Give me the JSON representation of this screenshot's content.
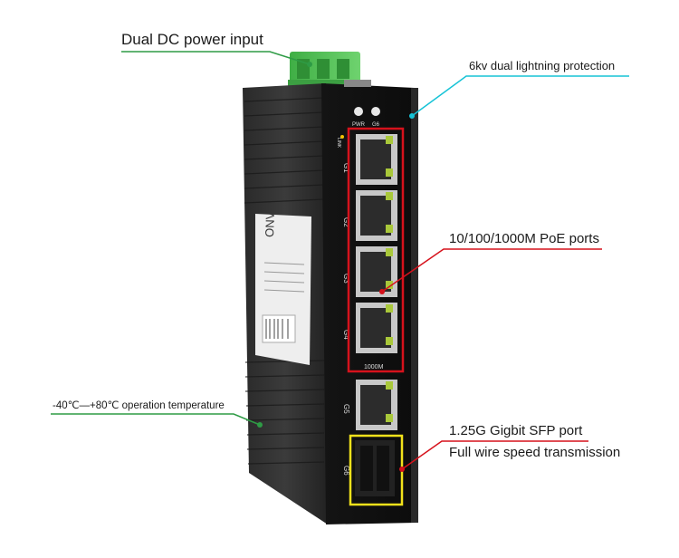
{
  "callouts": {
    "power_input": "Dual DC power input",
    "lightning": "6kv dual lightning protection",
    "poe_ports": "10/100/1000M PoE ports",
    "sfp_port": "1.25G Gigbit SFP port",
    "wire_speed": "Full wire speed transmission",
    "temperature": "-40℃—+80℃ operation temperature"
  },
  "device": {
    "led_pwr": "PWR",
    "led_g6": "G6",
    "link_label": "LINK",
    "port_labels": [
      "G1",
      "G2",
      "G3",
      "G4",
      "G5",
      "G6"
    ],
    "speed_label": "1000M",
    "sticker_logo": "ONV"
  },
  "colors": {
    "power_line": "#2e9b45",
    "lightning_line": "#16c3d6",
    "poe_line": "#d6121c",
    "poe_box": "#d6121c",
    "sfp_box": "#f2e21b",
    "temp_line": "#2e9b45",
    "terminal": "#55c255"
  }
}
